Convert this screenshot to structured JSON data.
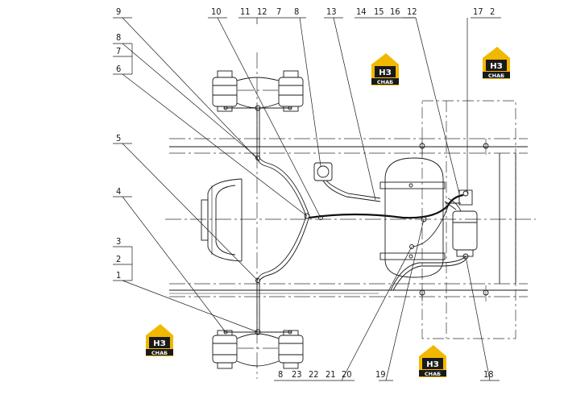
{
  "callouts": {
    "top": [
      "9",
      "10",
      "11",
      "12",
      "7",
      "8",
      "13",
      "14",
      "15",
      "16",
      "12",
      "17",
      "2"
    ],
    "left": [
      "8",
      "7",
      "6",
      "5",
      "4",
      "3",
      "2",
      "1"
    ],
    "bottom": [
      "8",
      "23",
      "22",
      "21",
      "20",
      "19",
      "18"
    ]
  },
  "logo": {
    "letters": "НЗ",
    "caption": "СНАБ"
  },
  "colors": {
    "logo_yellow": "#f2b800",
    "logo_black": "#1a1a1a",
    "line": "#1a1a1a"
  }
}
